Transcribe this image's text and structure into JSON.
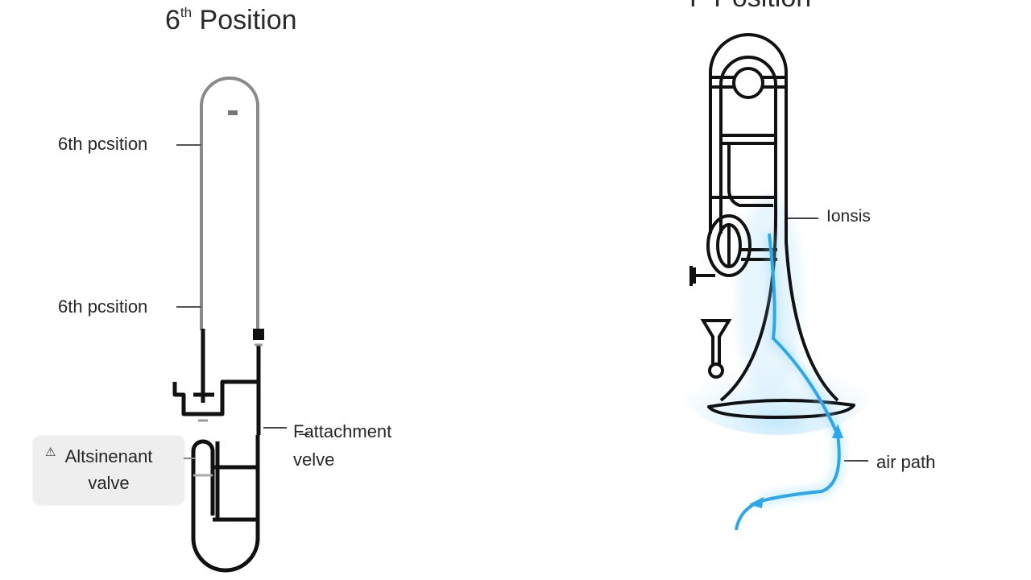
{
  "left_diagram": {
    "title_main": "6",
    "title_sup": "th",
    "title_rest": " Position",
    "label_upper": "6th pcsition",
    "label_lower": "6th pcsition",
    "callout": {
      "icon": "warning-icon",
      "line1": "Altsinenant",
      "line2": "valve"
    },
    "attachment": {
      "line1": "F̶attachment",
      "line2": "velve"
    }
  },
  "right_diagram": {
    "title": "F Position",
    "label_tonals": "Ionsis",
    "label_air": "air path",
    "air_color": "#2aa8ee"
  },
  "colors": {
    "slide_gray": "#8a8a8a",
    "line_black": "#111111",
    "callout_bg": "#eeeeee"
  }
}
